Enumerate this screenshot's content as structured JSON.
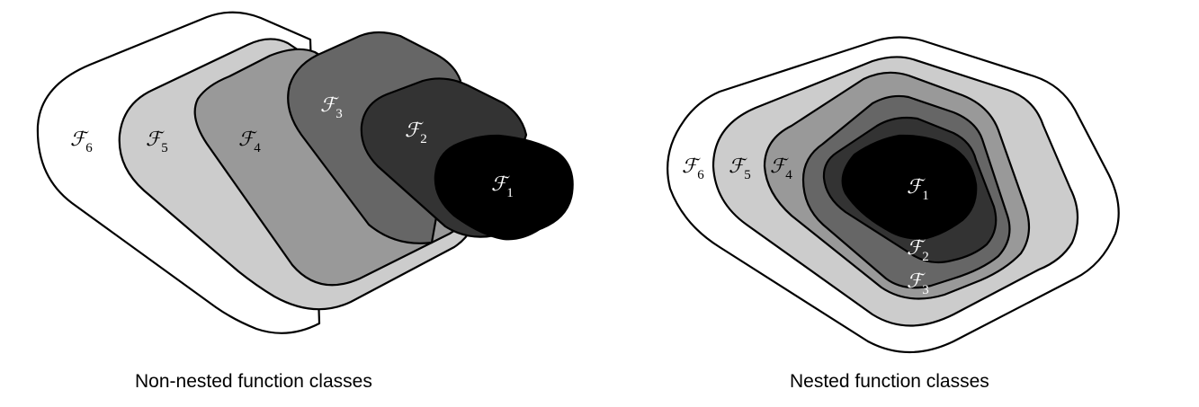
{
  "figures": [
    {
      "caption": "Non-nested function classes",
      "classes": [
        {
          "name": "F",
          "index": "6",
          "fill": "#ffffff",
          "text_color": "#000000"
        },
        {
          "name": "F",
          "index": "5",
          "fill": "#cccccc",
          "text_color": "#000000"
        },
        {
          "name": "F",
          "index": "4",
          "fill": "#999999",
          "text_color": "#000000"
        },
        {
          "name": "F",
          "index": "3",
          "fill": "#666666",
          "text_color": "#ffffff"
        },
        {
          "name": "F",
          "index": "2",
          "fill": "#333333",
          "text_color": "#ffffff"
        },
        {
          "name": "F",
          "index": "1",
          "fill": "#000000",
          "text_color": "#ffffff"
        }
      ]
    },
    {
      "caption": "Nested function classes",
      "classes": [
        {
          "name": "F",
          "index": "6",
          "fill": "#ffffff",
          "text_color": "#000000"
        },
        {
          "name": "F",
          "index": "5",
          "fill": "#cccccc",
          "text_color": "#000000"
        },
        {
          "name": "F",
          "index": "4",
          "fill": "#999999",
          "text_color": "#000000"
        },
        {
          "name": "F",
          "index": "3",
          "fill": "#666666",
          "text_color": "#ffffff"
        },
        {
          "name": "F",
          "index": "2",
          "fill": "#333333",
          "text_color": "#ffffff"
        },
        {
          "name": "F",
          "index": "1",
          "fill": "#000000",
          "text_color": "#ffffff"
        }
      ]
    }
  ],
  "symbol": "ℱ"
}
